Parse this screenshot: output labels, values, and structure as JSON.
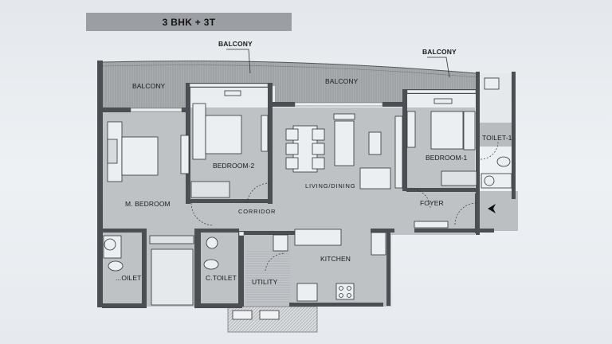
{
  "header": {
    "title": "3 BHK + 3T"
  },
  "plan": {
    "callouts": [
      {
        "id": "balcony-callout-left",
        "label": "BALCONY"
      },
      {
        "id": "balcony-callout-right",
        "label": "BALCONY"
      }
    ],
    "rooms": [
      {
        "id": "balcony-west",
        "label": "BALCONY"
      },
      {
        "id": "balcony-main",
        "label": "BALCONY"
      },
      {
        "id": "bedroom-2",
        "label": "BEDROOM-2"
      },
      {
        "id": "master-bedroom",
        "label": "M. BEDROOM"
      },
      {
        "id": "corridor",
        "label": "CORRIDOR"
      },
      {
        "id": "living-dining",
        "label": "LIVING/DINING"
      },
      {
        "id": "bedroom-1",
        "label": "BEDROOM-1"
      },
      {
        "id": "toilet-1",
        "label": "TOILET-1"
      },
      {
        "id": "foyer",
        "label": "FOYER"
      },
      {
        "id": "toilet-master",
        "label": "...OILET"
      },
      {
        "id": "common-toilet",
        "label": "C.TOILET"
      },
      {
        "id": "utility",
        "label": "UTILITY"
      },
      {
        "id": "kitchen",
        "label": "KITCHEN"
      }
    ],
    "entry_marker": "entry-arrow"
  }
}
